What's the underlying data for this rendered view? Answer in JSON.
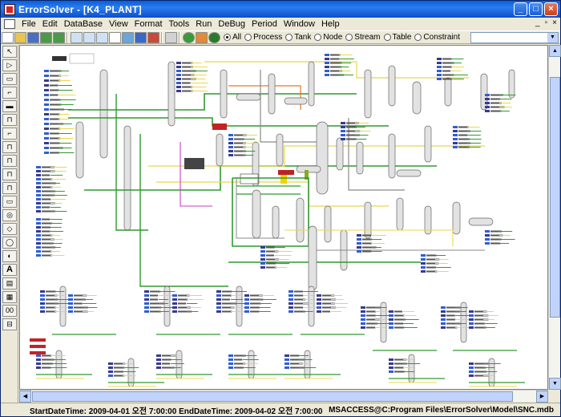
{
  "window": {
    "title": "ErrorSolver - [K4_PLANT]",
    "buttons": [
      "_",
      "□",
      "×"
    ]
  },
  "menu": {
    "items": [
      "File",
      "Edit",
      "DataBase",
      "View",
      "Format",
      "Tools",
      "Run",
      "DeBug",
      "Period",
      "Window",
      "Help"
    ],
    "mdi_buttons": [
      "_",
      "▫",
      "×"
    ]
  },
  "toolbar": {
    "filters": [
      {
        "label": "All",
        "selected": true
      },
      {
        "label": "Process",
        "selected": false
      },
      {
        "label": "Tank",
        "selected": false
      },
      {
        "label": "Node",
        "selected": false
      },
      {
        "label": "Stream",
        "selected": false
      },
      {
        "label": "Table",
        "selected": false
      },
      {
        "label": "Constraint",
        "selected": false
      }
    ],
    "combo_value": ""
  },
  "lefttools": {
    "items": [
      "↖",
      "▷",
      "▭",
      "⌐",
      "▬",
      "⊓",
      "⌐",
      "⊓",
      "⊓",
      "⊓",
      "⊓",
      "▭",
      "◎",
      "◇",
      "◯",
      "◐",
      "A",
      "▤",
      "▦",
      "00",
      "⊟"
    ]
  },
  "status": {
    "left": "StartDateTime: 2009-04-01 오전 7:00:00   EndDateTime: 2009-04-02 오전 7:00:00",
    "right": "MSACCESS@C:Program Files\\ErrorSolver\\Model\\SNC.mdb"
  },
  "colors": {
    "green": "#2e9a2e",
    "yellow": "#e8d84a",
    "gray": "#8a8a8a",
    "magenta": "#c83cbe",
    "red": "#c52222",
    "blue": "#2f5fd0"
  }
}
